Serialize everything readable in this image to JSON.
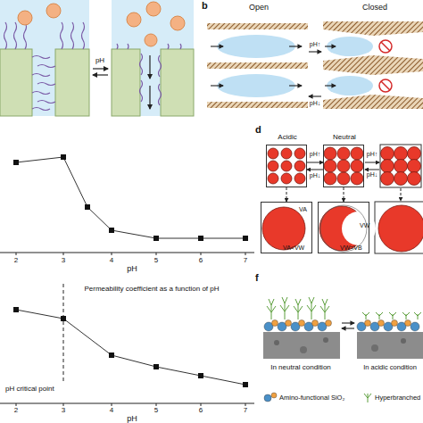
{
  "diagram": {
    "nodes": [
      {
        "text": [
          "Acidic"
        ]
      },
      {
        "text": [
          "Neutral"
        ]
      },
      {
        "text": [
          "VA",
          "VA<VW"
        ]
      },
      {
        "text": [
          "VW",
          "VW=VB"
        ]
      }
    ],
    "edges": [
      {
        "from": 0,
        "to": 1,
        "label": "pH↑",
        "arrow": "to"
      },
      {
        "from": 1,
        "to": 0,
        "label": "pH↓",
        "arrow": "to"
      },
      {
        "from": 0,
        "to": 2,
        "arrow": "to"
      },
      {
        "from": 1,
        "to": 3,
        "arrow": "to"
      }
    ],
    "labels": [
      "b",
      "Open",
      "Closed",
      "pH",
      "pH↑",
      "pH↓",
      "2",
      "3",
      "4",
      "5",
      "6",
      "7",
      "pH",
      "d",
      "pH↑",
      "pH↓",
      "Permeability coefficient as a function of pH",
      "pH critical point",
      "2",
      "3",
      "4",
      "5",
      "6",
      "7",
      "pH",
      "f",
      "In neutral condition",
      "In acidic condition"
    ],
    "legend": [
      {
        "text": "Amino-functional SiO₂"
      },
      {
        "text": "Hyperbranched"
      }
    ]
  }
}
